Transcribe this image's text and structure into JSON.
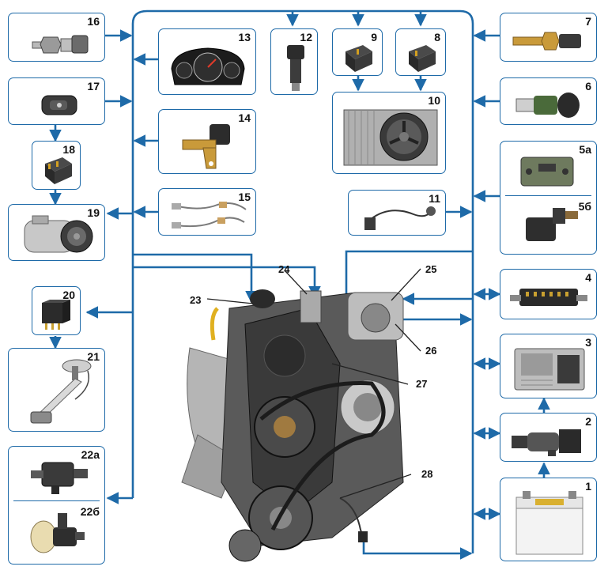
{
  "diagram": {
    "colors": {
      "wire": "#1e6aa8",
      "box_border": "#1e6aa8",
      "leader": "#222222"
    },
    "components": {
      "c1": "1",
      "c2": "2",
      "c3": "3",
      "c4": "4",
      "c5a": "5а",
      "c5b": "5б",
      "c6": "6",
      "c7": "7",
      "c8": "8",
      "c9": "9",
      "c10": "10",
      "c11": "11",
      "c12": "12",
      "c13": "13",
      "c14": "14",
      "c15": "15",
      "c16": "16",
      "c17": "17",
      "c18": "18",
      "c19": "19",
      "c20": "20",
      "c21": "21",
      "c22a": "22а",
      "c22b": "22б"
    },
    "engine_callouts": {
      "c23": "23",
      "c24": "24",
      "c25": "25",
      "c26": "26",
      "c27": "27",
      "c28": "28"
    }
  }
}
